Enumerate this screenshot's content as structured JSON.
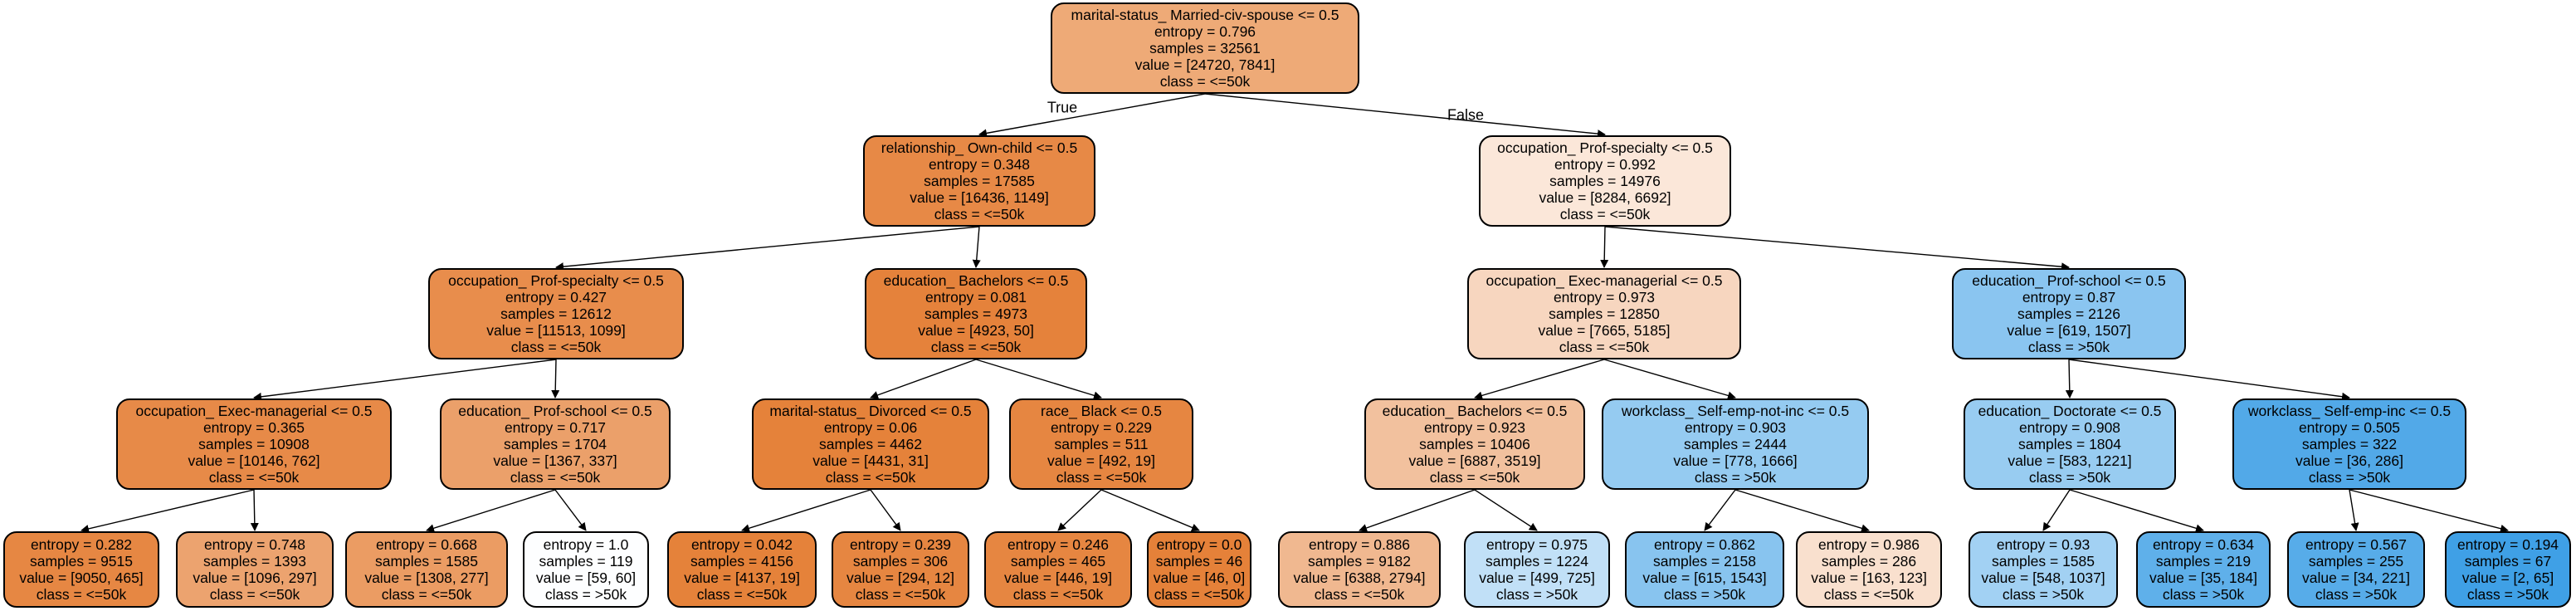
{
  "tree": {
    "nodes": [
      {
        "id": "root",
        "lines": [
          "marital-status_ Married-civ-spouse <= 0.5",
          "entropy = 0.796",
          "samples = 32561",
          "value = [24720, 7841]",
          "class = <=50k"
        ],
        "fill": "#eeaa77"
      },
      {
        "id": "n_L",
        "lines": [
          "relationship_ Own-child <= 0.5",
          "entropy = 0.348",
          "samples = 17585",
          "value = [16436, 1149]",
          "class = <=50k"
        ],
        "fill": "#e78946"
      },
      {
        "id": "n_R",
        "lines": [
          "occupation_ Prof-specialty <= 0.5",
          "entropy = 0.992",
          "samples = 14976",
          "value = [8284, 6692]",
          "class = <=50k"
        ],
        "fill": "#fbe7d9"
      },
      {
        "id": "n_LL",
        "lines": [
          "occupation_ Prof-specialty <= 0.5",
          "entropy = 0.427",
          "samples = 12612",
          "value = [11513, 1099]",
          "class = <=50k"
        ],
        "fill": "#e88d4c"
      },
      {
        "id": "n_LR",
        "lines": [
          "education_ Bachelors <= 0.5",
          "entropy = 0.081",
          "samples = 4973",
          "value = [4923, 50]",
          "class = <=50k"
        ],
        "fill": "#e5823b"
      },
      {
        "id": "n_RL",
        "lines": [
          "occupation_ Exec-managerial <= 0.5",
          "entropy = 0.973",
          "samples = 12850",
          "value = [7665, 5185]",
          "class = <=50k"
        ],
        "fill": "#f7d6bf"
      },
      {
        "id": "n_RR",
        "lines": [
          "education_ Prof-school <= 0.5",
          "entropy = 0.87",
          "samples = 2126",
          "value = [619, 1507]",
          "class = >50k"
        ],
        "fill": "#8ac5f0"
      },
      {
        "id": "n_LLL",
        "lines": [
          "occupation_ Exec-managerial <= 0.5",
          "entropy = 0.365",
          "samples = 10908",
          "value = [10146, 762]",
          "class = <=50k"
        ],
        "fill": "#e78a48"
      },
      {
        "id": "n_LLR",
        "lines": [
          "education_ Prof-school <= 0.5",
          "entropy = 0.717",
          "samples = 1704",
          "value = [1367, 337]",
          "class = <=50k"
        ],
        "fill": "#eba06a"
      },
      {
        "id": "n_LRL",
        "lines": [
          "marital-status_ Divorced <= 0.5",
          "entropy = 0.06",
          "samples = 4462",
          "value = [4431, 31]",
          "class = <=50k"
        ],
        "fill": "#e5823a"
      },
      {
        "id": "n_LRR",
        "lines": [
          "race_ Black <= 0.5",
          "entropy = 0.229",
          "samples = 511",
          "value = [492, 19]",
          "class = <=50k"
        ],
        "fill": "#e68641"
      },
      {
        "id": "n_RLL",
        "lines": [
          "education_ Bachelors <= 0.5",
          "entropy = 0.923",
          "samples = 10406",
          "value = [6887, 3519]",
          "class = <=50k"
        ],
        "fill": "#f2c19e"
      },
      {
        "id": "n_RLR",
        "lines": [
          "workclass_ Self-emp-not-inc <= 0.5",
          "entropy = 0.903",
          "samples = 2444",
          "value = [778, 1666]",
          "class = >50k"
        ],
        "fill": "#95cbf1"
      },
      {
        "id": "n_RRL",
        "lines": [
          "education_ Doctorate <= 0.5",
          "entropy = 0.908",
          "samples = 1804",
          "value = [583, 1221]",
          "class = >50k"
        ],
        "fill": "#98ccf1"
      },
      {
        "id": "n_RRR",
        "lines": [
          "workclass_ Self-emp-inc <= 0.5",
          "entropy = 0.505",
          "samples = 322",
          "value = [36, 286]",
          "class = >50k"
        ],
        "fill": "#52a9e8"
      },
      {
        "id": "l1",
        "lines": [
          "entropy = 0.282",
          "samples = 9515",
          "value = [9050, 465]",
          "class = <=50k"
        ],
        "fill": "#e68743"
      },
      {
        "id": "l2",
        "lines": [
          "entropy = 0.748",
          "samples = 1393",
          "value = [1096, 297]",
          "class = <=50k"
        ],
        "fill": "#eca36f"
      },
      {
        "id": "l3",
        "lines": [
          "entropy = 0.668",
          "samples = 1585",
          "value = [1308, 277]",
          "class = <=50k"
        ],
        "fill": "#eb9c63"
      },
      {
        "id": "l4",
        "lines": [
          "entropy = 1.0",
          "samples = 119",
          "value = [59, 60]",
          "class = >50k"
        ],
        "fill": "#fdfeff"
      },
      {
        "id": "l5",
        "lines": [
          "entropy = 0.042",
          "samples = 4156",
          "value = [4137, 19]",
          "class = <=50k"
        ],
        "fill": "#e5823a"
      },
      {
        "id": "l6",
        "lines": [
          "entropy = 0.239",
          "samples = 306",
          "value = [294, 12]",
          "class = <=50k"
        ],
        "fill": "#e68641"
      },
      {
        "id": "l7",
        "lines": [
          "entropy = 0.246",
          "samples = 465",
          "value = [446, 19]",
          "class = <=50k"
        ],
        "fill": "#e68641"
      },
      {
        "id": "l8",
        "lines": [
          "entropy = 0.0",
          "samples = 46",
          "value = [46, 0]",
          "class = <=50k"
        ],
        "fill": "#e58139"
      },
      {
        "id": "l9",
        "lines": [
          "entropy = 0.886",
          "samples = 9182",
          "value = [6388, 2794]",
          "class = <=50k"
        ],
        "fill": "#f0b890"
      },
      {
        "id": "l10",
        "lines": [
          "entropy = 0.975",
          "samples = 1224",
          "value = [499, 725]",
          "class = >50k"
        ],
        "fill": "#c1e0f7"
      },
      {
        "id": "l11",
        "lines": [
          "entropy = 0.862",
          "samples = 2158",
          "value = [615, 1543]",
          "class = >50k"
        ],
        "fill": "#88c4ef"
      },
      {
        "id": "l12",
        "lines": [
          "entropy = 0.986",
          "samples = 286",
          "value = [163, 123]",
          "class = <=50k"
        ],
        "fill": "#f9e0ce"
      },
      {
        "id": "l13",
        "lines": [
          "entropy = 0.93",
          "samples = 1585",
          "value = [548, 1037]",
          "class = >50k"
        ],
        "fill": "#a2d1f3"
      },
      {
        "id": "l14",
        "lines": [
          "entropy = 0.634",
          "samples = 219",
          "value = [35, 184]",
          "class = >50k"
        ],
        "fill": "#5fb0ea"
      },
      {
        "id": "l15",
        "lines": [
          "entropy = 0.567",
          "samples = 255",
          "value = [34, 221]",
          "class = >50k"
        ],
        "fill": "#57ace9"
      },
      {
        "id": "l16",
        "lines": [
          "entropy = 0.194",
          "samples = 67",
          "value = [2, 65]",
          "class = >50k"
        ],
        "fill": "#3fa0e6"
      }
    ],
    "edges": [
      {
        "from": "root",
        "to": "n_L",
        "label": "True"
      },
      {
        "from": "root",
        "to": "n_R",
        "label": "False"
      },
      {
        "from": "n_L",
        "to": "n_LL",
        "label": ""
      },
      {
        "from": "n_L",
        "to": "n_LR",
        "label": ""
      },
      {
        "from": "n_R",
        "to": "n_RL",
        "label": ""
      },
      {
        "from": "n_R",
        "to": "n_RR",
        "label": ""
      },
      {
        "from": "n_LL",
        "to": "n_LLL",
        "label": ""
      },
      {
        "from": "n_LL",
        "to": "n_LLR",
        "label": ""
      },
      {
        "from": "n_LR",
        "to": "n_LRL",
        "label": ""
      },
      {
        "from": "n_LR",
        "to": "n_LRR",
        "label": ""
      },
      {
        "from": "n_RL",
        "to": "n_RLL",
        "label": ""
      },
      {
        "from": "n_RL",
        "to": "n_RLR",
        "label": ""
      },
      {
        "from": "n_RR",
        "to": "n_RRL",
        "label": ""
      },
      {
        "from": "n_RR",
        "to": "n_RRR",
        "label": ""
      },
      {
        "from": "n_LLL",
        "to": "l1",
        "label": ""
      },
      {
        "from": "n_LLL",
        "to": "l2",
        "label": ""
      },
      {
        "from": "n_LLR",
        "to": "l3",
        "label": ""
      },
      {
        "from": "n_LLR",
        "to": "l4",
        "label": ""
      },
      {
        "from": "n_LRL",
        "to": "l5",
        "label": ""
      },
      {
        "from": "n_LRL",
        "to": "l6",
        "label": ""
      },
      {
        "from": "n_LRR",
        "to": "l7",
        "label": ""
      },
      {
        "from": "n_LRR",
        "to": "l8",
        "label": ""
      },
      {
        "from": "n_RLL",
        "to": "l9",
        "label": ""
      },
      {
        "from": "n_RLL",
        "to": "l10",
        "label": ""
      },
      {
        "from": "n_RLR",
        "to": "l11",
        "label": ""
      },
      {
        "from": "n_RLR",
        "to": "l12",
        "label": ""
      },
      {
        "from": "n_RRL",
        "to": "l13",
        "label": ""
      },
      {
        "from": "n_RRL",
        "to": "l14",
        "label": ""
      },
      {
        "from": "n_RRR",
        "to": "l15",
        "label": ""
      },
      {
        "from": "n_RRR",
        "to": "l16",
        "label": ""
      }
    ]
  }
}
